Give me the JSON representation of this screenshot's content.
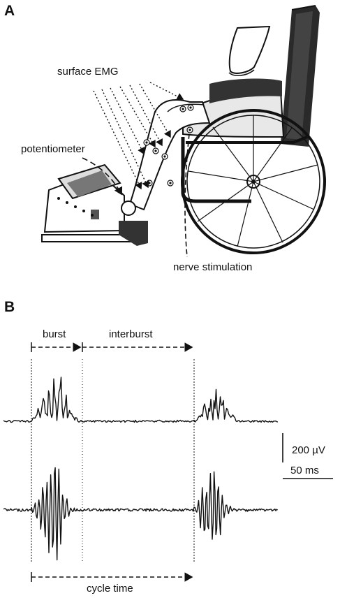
{
  "panel_a": {
    "label": "A",
    "annotations": {
      "surface_emg": "surface EMG",
      "potentiometer": "potentiometer",
      "nerve_stimulation": "nerve stimulation"
    }
  },
  "panel_b": {
    "label": "B",
    "annotations": {
      "burst": "burst",
      "interburst": "interburst",
      "cycle_time": "cycle time"
    },
    "scale_bars": {
      "voltage": "200 µV",
      "time": "50 ms"
    }
  },
  "colors": {
    "ink": "#111111",
    "background": "#ffffff"
  }
}
